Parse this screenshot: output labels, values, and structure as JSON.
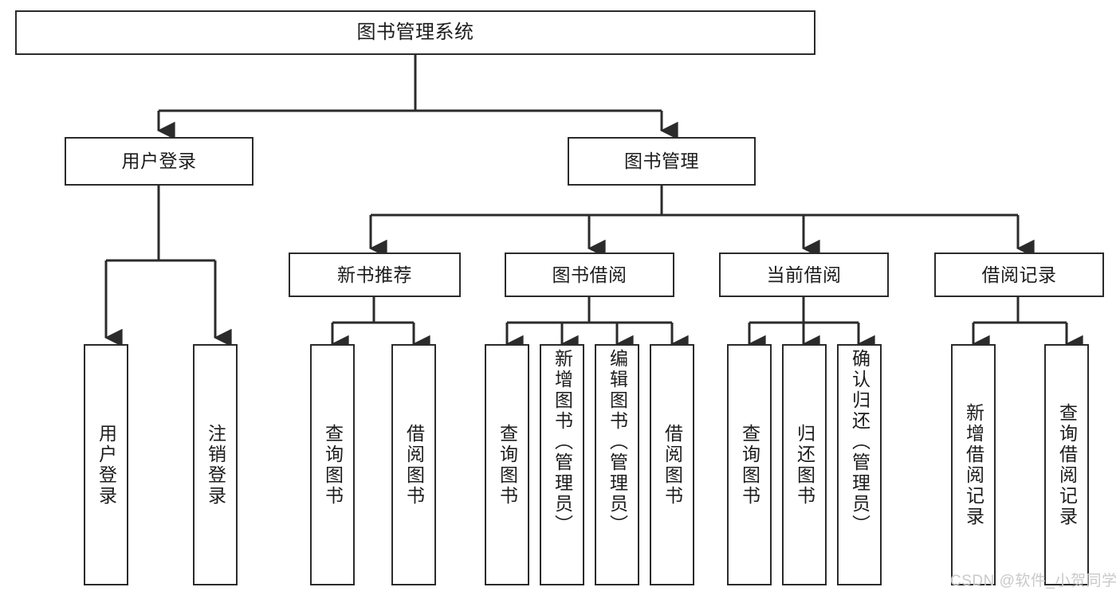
{
  "diagram": {
    "title": "图书管理系统",
    "type": "tree-hierarchy",
    "orientation": "top-down",
    "colors": {
      "background": "#ffffff",
      "node_fill": "#ffffff",
      "node_border": "#2b2b2b",
      "edge": "#2b2b2b",
      "text": "#1c1c1c",
      "watermark": "#c9c9c9"
    },
    "watermark": "CSDN @软件_小贺同学",
    "root": {
      "label": "图书管理系统"
    },
    "level2": [
      {
        "label": "用户登录"
      },
      {
        "label": "图书管理"
      }
    ],
    "level3": [
      {
        "label": "新书推荐"
      },
      {
        "label": "图书借阅"
      },
      {
        "label": "当前借阅"
      },
      {
        "label": "借阅记录"
      }
    ],
    "leaves": [
      {
        "label": "用户登录",
        "parent": "用户登录"
      },
      {
        "label": "注销登录",
        "parent": "用户登录"
      },
      {
        "label": "查询图书",
        "parent": "新书推荐"
      },
      {
        "label": "借阅图书",
        "parent": "新书推荐"
      },
      {
        "label": "查询图书",
        "parent": "图书借阅"
      },
      {
        "label": "新增图书（管理员）",
        "parent": "图书借阅"
      },
      {
        "label": "编辑图书（管理员）",
        "parent": "图书借阅"
      },
      {
        "label": "借阅图书",
        "parent": "图书借阅"
      },
      {
        "label": "查询图书",
        "parent": "当前借阅"
      },
      {
        "label": "归还图书",
        "parent": "当前借阅"
      },
      {
        "label": "确认归还（管理员）",
        "parent": "当前借阅"
      },
      {
        "label": "新增借阅记录",
        "parent": "借阅记录"
      },
      {
        "label": "查询借阅记录",
        "parent": "借阅记录"
      }
    ]
  }
}
